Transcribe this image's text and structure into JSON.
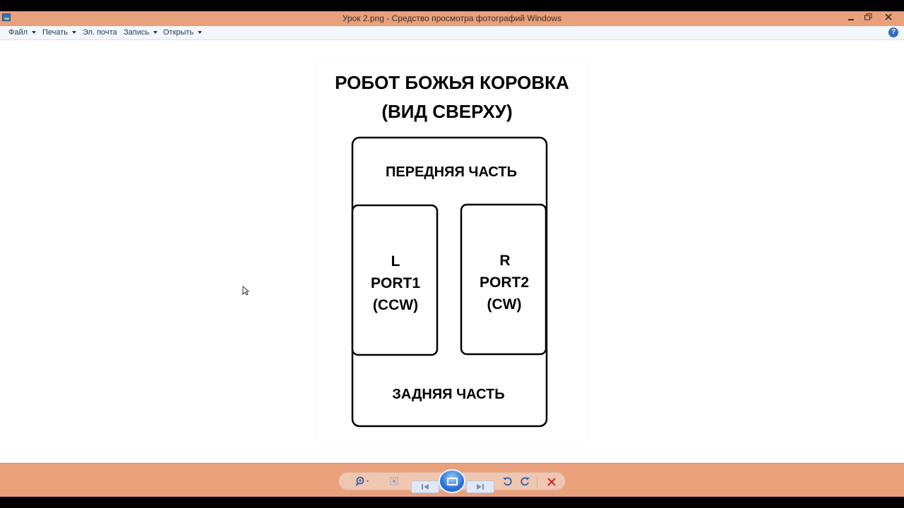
{
  "window": {
    "title": "Урок 2.png - Средство просмотра фотографий Windows"
  },
  "menu": {
    "file": "Файл",
    "print": "Печать",
    "email": "Эл. почта",
    "burn": "Запись",
    "open": "Открыть",
    "help": "?"
  },
  "photo": {
    "title_line1": "РОБОТ БОЖЬЯ КОРОВКА",
    "title_line2": "(ВИД СВЕРХУ)",
    "front": "ПЕРЕДНЯЯ ЧАСТЬ",
    "left_motor": {
      "side": "L",
      "port": "PORT1",
      "dir": "(CCW)"
    },
    "right_motor": {
      "side": "R",
      "port": "PORT2",
      "dir": "(CW)"
    },
    "back": "ЗАДНЯЯ ЧАСТЬ"
  },
  "icons": {
    "zoom": "zoom-icon",
    "actual_size": "actual-size-icon",
    "previous": "previous-icon",
    "slideshow": "slideshow-icon",
    "next": "next-icon",
    "rotate_ccw": "rotate-counterclockwise-icon",
    "rotate_cw": "rotate-clockwise-icon",
    "delete": "delete-icon"
  },
  "colors": {
    "titlebar": "#e9a17c",
    "menubar": "#f3f6fb"
  }
}
